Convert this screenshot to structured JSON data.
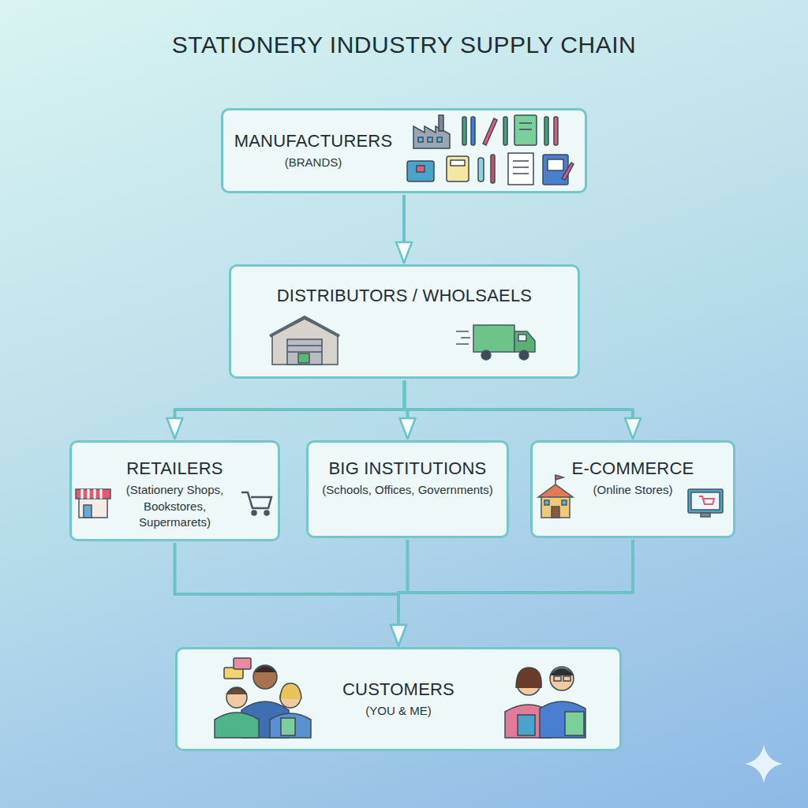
{
  "diagram": {
    "title": "STATIONERY INDUSTRY SUPPLY CHAIN",
    "nodes": [
      {
        "text": [
          "MANUFACTURERS",
          "(BRANDS)"
        ]
      },
      {
        "text": [
          "DISTRIBUTORS / WHOLSAELS"
        ]
      },
      {
        "text": [
          "RETAILERS",
          "(Stationery Shops, Bookstores, Supermarets)"
        ]
      },
      {
        "text": [
          "BIG INSTITUTIONS",
          "(Schools, Offices, Governments)"
        ]
      },
      {
        "text": [
          "E-COMMERCE",
          "(Online Stores)"
        ]
      },
      {
        "text": [
          "CUSTOMERS",
          "(YOU & ME)"
        ]
      }
    ],
    "edges": [
      {
        "from": 0,
        "to": 1,
        "arrow": "to"
      },
      {
        "from": 1,
        "to": 2,
        "arrow": "to"
      },
      {
        "from": 1,
        "to": 3,
        "arrow": "to"
      },
      {
        "from": 1,
        "to": 4,
        "arrow": "to"
      },
      {
        "from": 2,
        "to": 5,
        "arrow": "to"
      },
      {
        "from": 3,
        "to": 5,
        "arrow": "to"
      },
      {
        "from": 4,
        "to": 5,
        "arrow": "to"
      }
    ]
  }
}
